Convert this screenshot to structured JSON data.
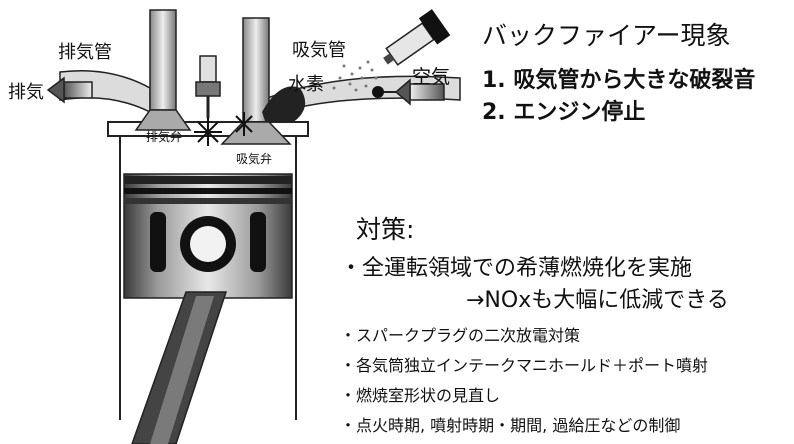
{
  "labels": {
    "exhaust_pipe": "排気管",
    "exhaust": "排気",
    "intake_pipe": "吸気管",
    "hydrogen": "水素",
    "air": "空気",
    "exhaust_valve": "排気弁",
    "intake_valve": "吸気弁"
  },
  "title": "バックファイアー現象",
  "phenomena": [
    "1. 吸気管から大きな破裂音",
    "2. エンジン停止"
  ],
  "measures_heading": "対策:",
  "measures": {
    "main": "・全運転領域での希薄燃焼化を実施",
    "main_result": "→NOxも大幅に低減できる",
    "items": [
      "・スパークプラグの二次放電対策",
      "・各気筒独立インテークマニホールド＋ポート噴射",
      "・燃焼室形状の見直し",
      "・点火時期, 噴射時期・期間, 過給圧などの制御"
    ]
  }
}
